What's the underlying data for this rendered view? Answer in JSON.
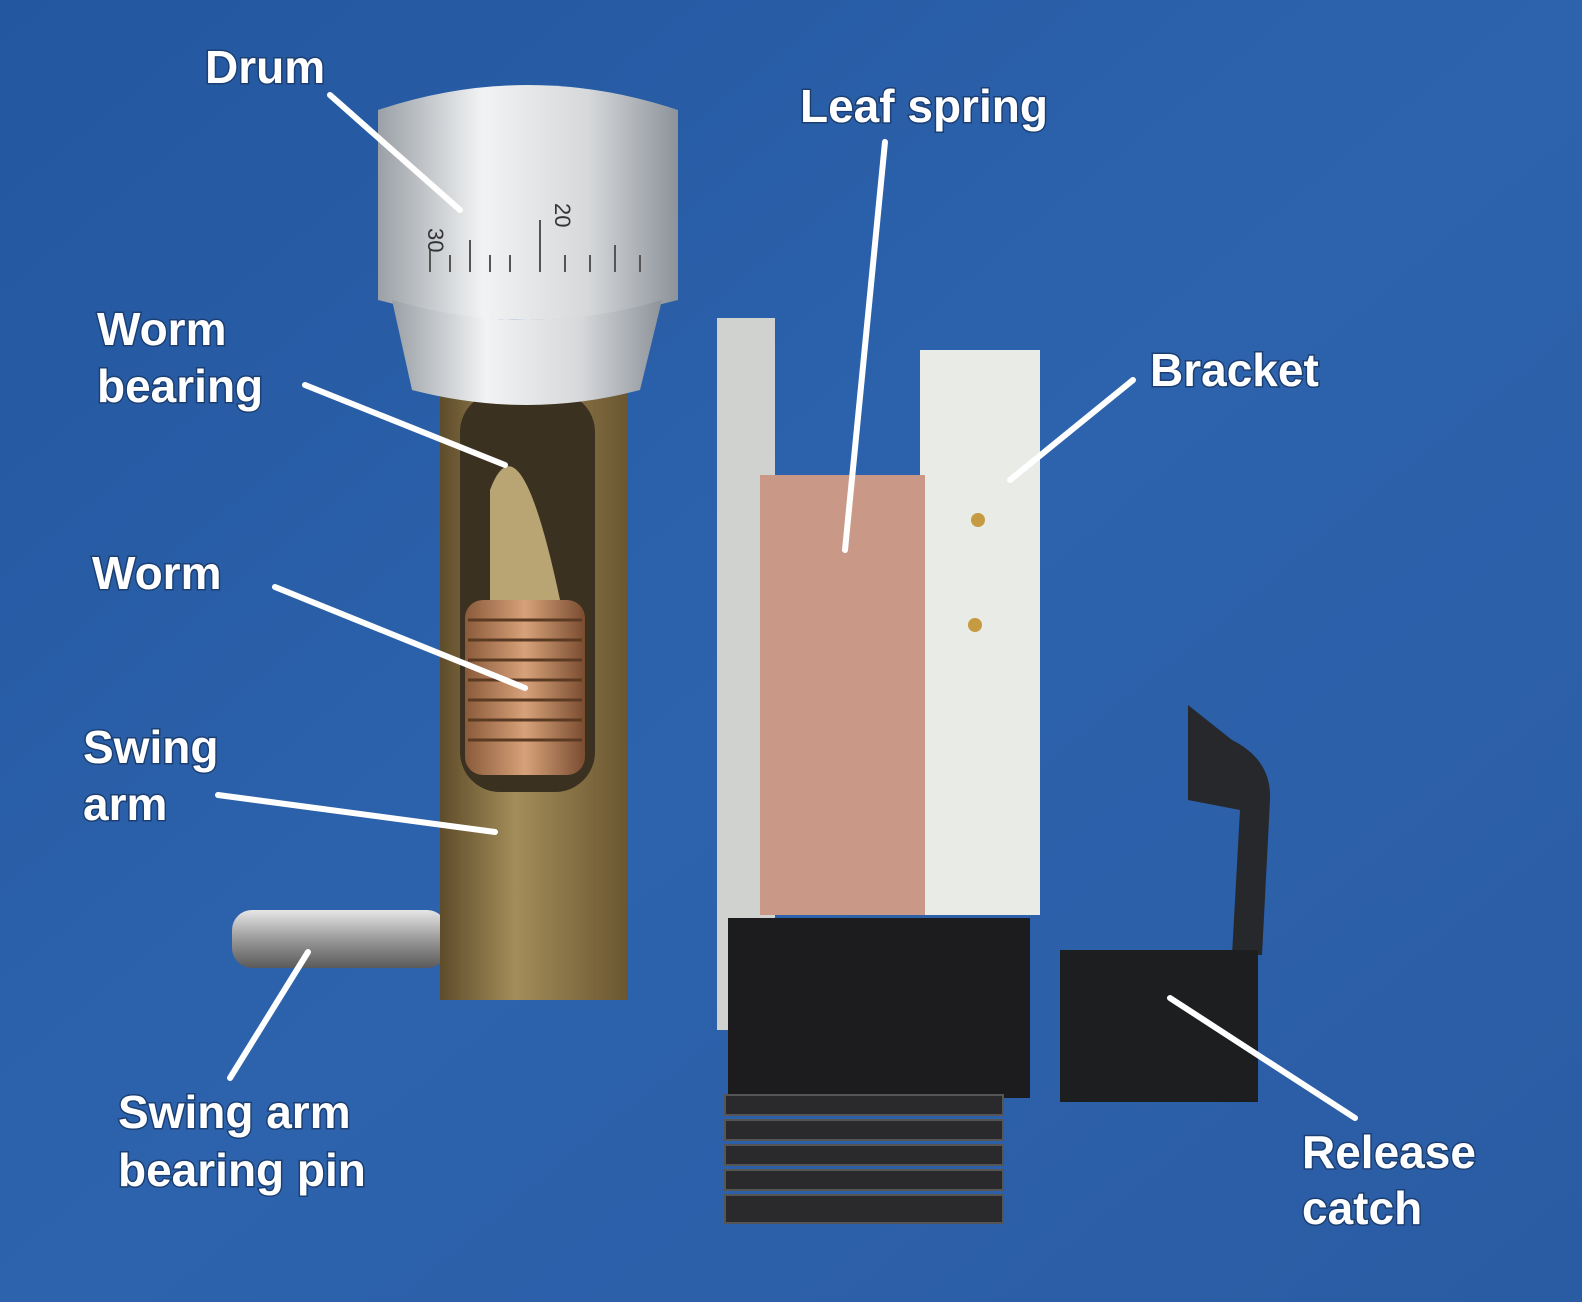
{
  "labels": {
    "drum": "Drum",
    "leaf_spring": "Leaf spring",
    "worm_bearing_1": "Worm",
    "worm_bearing_2": "bearing",
    "bracket": "Bracket",
    "worm": "Worm",
    "swing_arm_1": "Swing",
    "swing_arm_2": "arm",
    "bearing_pin_1": "Swing arm",
    "bearing_pin_2": "bearing pin",
    "release_catch_1": "Release",
    "release_catch_2": "catch"
  },
  "drum_scale": {
    "mark_a": "20",
    "mark_b": "30"
  },
  "colors": {
    "background": "#2a5ea8",
    "label": "#ffffff",
    "brass": "#8a7444",
    "aluminium": "#d8dadc",
    "copper": "#c9927f",
    "black": "#1c1c1e"
  }
}
